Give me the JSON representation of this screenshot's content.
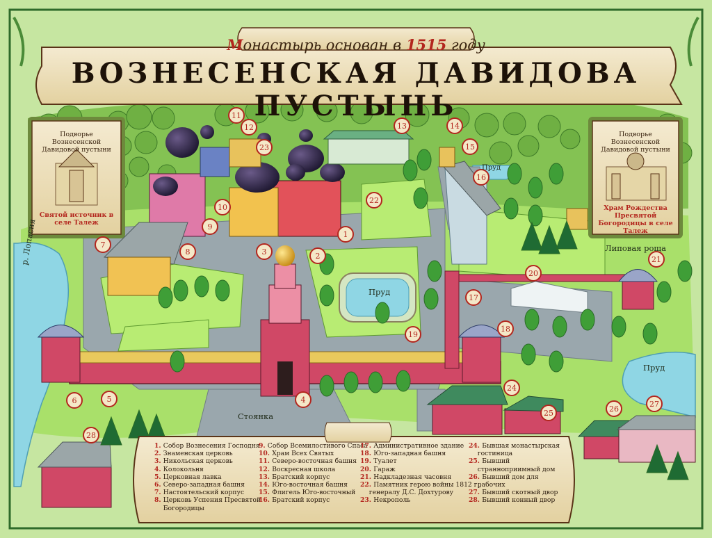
{
  "header": {
    "subtitle_first_letter": "М",
    "subtitle_mid": "онастырь основан в",
    "subtitle_year": "1515",
    "subtitle_end": "году",
    "title": "ВОЗНЕСЕНСКАЯ ДАВИДОВА ПУСТЫНЬ"
  },
  "panels": {
    "left": {
      "top": "Подворье Вознесенской Давидовой пустыни",
      "bottom": "Святой источник в селе Талеж"
    },
    "right": {
      "top": "Подворье Вознесенской Давидовой пустыни",
      "bottom": "Храм Рождества Пресвятой Богородицы в селе Талеж"
    }
  },
  "places": {
    "river": "р. Лопасня",
    "pond_center": "Пруд",
    "pond_top": "Пруд",
    "pond_right": "Пруд",
    "grove": "Липовая роща",
    "parking": "Стоянка"
  },
  "markers": [
    "1",
    "2",
    "3",
    "4",
    "5",
    "6",
    "7",
    "8",
    "9",
    "10",
    "11",
    "12",
    "13",
    "14",
    "15",
    "16",
    "17",
    "18",
    "19",
    "20",
    "21",
    "22",
    "23",
    "24",
    "25",
    "26",
    "27",
    "28"
  ],
  "legend": {
    "col1": [
      {
        "num": "1.",
        "text": "Собор Вознесения Господня"
      },
      {
        "num": "2.",
        "text": "Знаменская церковь"
      },
      {
        "num": "3.",
        "text": "Никольская церковь"
      },
      {
        "num": "4.",
        "text": "Колокольня"
      },
      {
        "num": "5.",
        "text": "Церковная лавка"
      },
      {
        "num": "6.",
        "text": "Северо-западная башня"
      },
      {
        "num": "7.",
        "text": "Настоятельский корпус"
      },
      {
        "num": "8.",
        "text": "Церковь Успения Пресвятой"
      },
      {
        "num": "",
        "text": "Богородицы"
      }
    ],
    "col2": [
      {
        "num": "9.",
        "text": "Собор Всемилостивого Спаса"
      },
      {
        "num": "10.",
        "text": "Храм Всех Святых"
      },
      {
        "num": "11.",
        "text": "Северо-восточная башня"
      },
      {
        "num": "12.",
        "text": "Воскресная школа"
      },
      {
        "num": "13.",
        "text": "Братский корпус"
      },
      {
        "num": "14.",
        "text": "Юго-восточная башня"
      },
      {
        "num": "15.",
        "text": "Флигель Юго-восточный"
      },
      {
        "num": "16.",
        "text": "Братский корпус"
      }
    ],
    "col3": [
      {
        "num": "17.",
        "text": "Административное здание"
      },
      {
        "num": "18.",
        "text": "Юго-западная башня"
      },
      {
        "num": "19.",
        "text": "Туалет"
      },
      {
        "num": "20.",
        "text": "Гараж"
      },
      {
        "num": "21.",
        "text": "Надкладезная часовня"
      },
      {
        "num": "22.",
        "text": "Памятник герою войны 1812 г.,"
      },
      {
        "num": "",
        "text": "генералу Д.С. Дохтурову"
      },
      {
        "num": "23.",
        "text": "Некрополь"
      }
    ],
    "col4": [
      {
        "num": "24.",
        "text": "Бывшая монастырская"
      },
      {
        "num": "",
        "text": "гостиница"
      },
      {
        "num": "25.",
        "text": "Бывший"
      },
      {
        "num": "",
        "text": "странноприимный дом"
      },
      {
        "num": "26.",
        "text": "Бывший дом для"
      },
      {
        "num": "",
        "text": "рабочих"
      },
      {
        "num": "27.",
        "text": "Бывший скотный двор"
      },
      {
        "num": "28.",
        "text": "Бывший конный двор"
      }
    ]
  },
  "colors": {
    "grass": "#a9e06a",
    "road": "#9aa7ad",
    "water": "#8fd6e4",
    "parchment": "#efe3bd",
    "wall_red": "#d04866",
    "roof_gray": "#9ba6a8",
    "tree": "#3f9e37",
    "accent_red": "#b3261e"
  }
}
